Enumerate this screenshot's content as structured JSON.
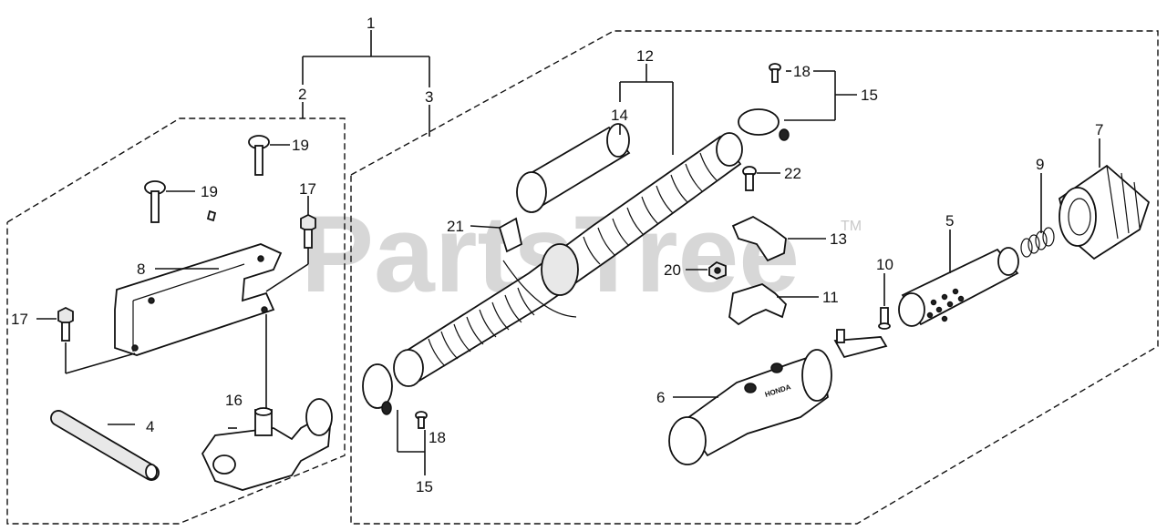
{
  "watermark": "PartsTree",
  "watermark_tm": "TM",
  "nameplate": "HONDA",
  "callouts": {
    "c1": "1",
    "c2": "2",
    "c3": "3",
    "c4": "4",
    "c5": "5",
    "c6": "6",
    "c7": "7",
    "c8": "8",
    "c9": "9",
    "c10": "10",
    "c11": "11",
    "c12": "12",
    "c13": "13",
    "c14": "14",
    "c15a": "15",
    "c15b": "15",
    "c16": "16",
    "c17a": "17",
    "c17b": "17",
    "c18a": "18",
    "c18b": "18",
    "c19a": "19",
    "c19b": "19",
    "c20": "20",
    "c21": "21",
    "c22": "22"
  }
}
